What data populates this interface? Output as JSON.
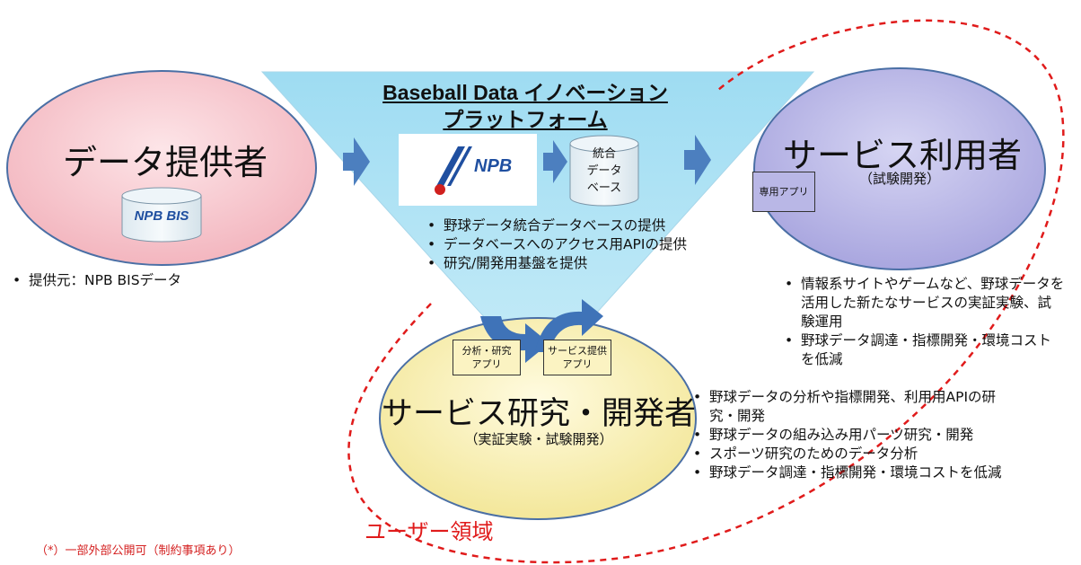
{
  "platform": {
    "title_line1": "Baseball Data イノベーション",
    "title_line2": "プラットフォーム",
    "db_label_lines": [
      "統合",
      "データ",
      "ベース"
    ],
    "bullets": [
      "野球データ統合データベースの提供",
      "データベースへのアクセス用APIの提供",
      "研究/開発用基盤を提供"
    ],
    "npb_logo_text": "NPB"
  },
  "provider": {
    "title": "データ提供者",
    "db_logo_text": "NPB BIS",
    "bullets": [
      "提供元：NPB BISデータ"
    ]
  },
  "user": {
    "title": "サービス利用者",
    "subtitle": "（試験開発）",
    "app_label": "専用アプリ",
    "bullets": [
      "情報系サイトやゲームなど、野球データを活用した新たなサービスの実証実験、試験運用",
      "野球データ調達・指標開発・環境コストを低減"
    ],
    "bullet_lines": [
      [
        "情報系サイトやゲームなど、野球データを",
        "活用した新たなサービスの実証実験、試",
        "験運用"
      ],
      [
        "野球データ調達・指標開発・環境コスト",
        "を低減"
      ]
    ]
  },
  "developer": {
    "title": "サービス研究・開発者",
    "subtitle": "（実証実験・試験開発）",
    "app1_lines": [
      "分析・研究",
      "アプリ"
    ],
    "app2_lines": [
      "サービス提供",
      "アプリ"
    ],
    "bullets": [
      "野球データの分析や指標開発、利用用APIの研究・開発",
      "野球データの組み込み用パーツ研究・開発",
      "スポーツ研究のためのデータ分析",
      "野球データ調達・指標開発・環境コストを低減"
    ],
    "bullet_lines": [
      [
        "野球データの分析や指標開発、利用用APIの研",
        "究・開発"
      ],
      [
        "野球データの組み込み用パーツ研究・開発"
      ],
      [
        "スポーツ研究のためのデータ分析"
      ],
      [
        "野球データ調達・指標開発・環境コストを低減"
      ]
    ]
  },
  "user_area_label": "ユーザー領域",
  "footnote": "（*）一部外部公開可（制約事項あり）",
  "colors": {
    "provider_fill": "#f7c9cf",
    "user_fill": "#b9b7e6",
    "developer_fill": "#fbf3b0",
    "platform_fill": "#b9e4f4",
    "arrow": "#4c7fbf",
    "user_area": "#e01b1b"
  }
}
